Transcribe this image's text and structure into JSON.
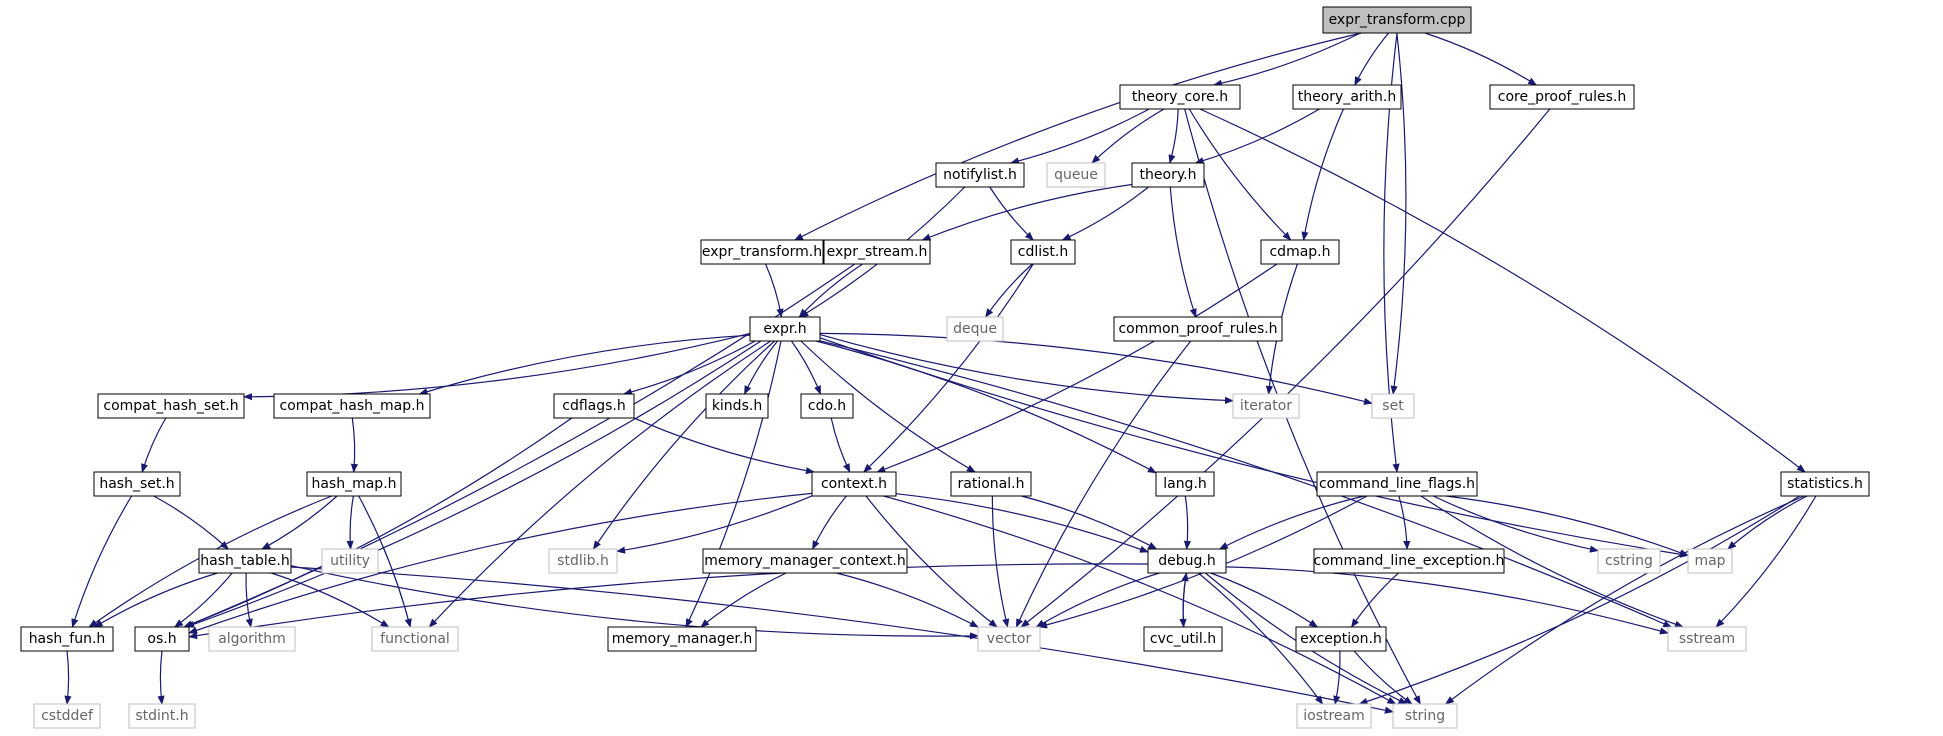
{
  "colors": {
    "edge": "#191970",
    "box_border": "#000000",
    "box_fill": "#ffffff",
    "root_fill": "#bfbfbf",
    "system_border": "#bfbfbf",
    "system_text": "#666666",
    "text": "#000000"
  },
  "nodes": [
    {
      "id": "expr_transform_cpp",
      "label": "expr_transform.cpp",
      "kind": "root"
    },
    {
      "id": "theory_core_h",
      "label": "theory_core.h",
      "kind": "file"
    },
    {
      "id": "theory_arith_h",
      "label": "theory_arith.h",
      "kind": "file"
    },
    {
      "id": "core_proof_rules_h",
      "label": "core_proof_rules.h",
      "kind": "file"
    },
    {
      "id": "notifylist_h",
      "label": "notifylist.h",
      "kind": "file"
    },
    {
      "id": "queue",
      "label": "queue",
      "kind": "system"
    },
    {
      "id": "theory_h",
      "label": "theory.h",
      "kind": "file"
    },
    {
      "id": "expr_transform_h",
      "label": "expr_transform.h",
      "kind": "file"
    },
    {
      "id": "expr_stream_h",
      "label": "expr_stream.h",
      "kind": "file"
    },
    {
      "id": "cdlist_h",
      "label": "cdlist.h",
      "kind": "file"
    },
    {
      "id": "cdmap_h",
      "label": "cdmap.h",
      "kind": "file"
    },
    {
      "id": "deque",
      "label": "deque",
      "kind": "system"
    },
    {
      "id": "expr_h",
      "label": "expr.h",
      "kind": "file"
    },
    {
      "id": "common_proof_rules_h",
      "label": "common_proof_rules.h",
      "kind": "file"
    },
    {
      "id": "compat_hash_set_h",
      "label": "compat_hash_set.h",
      "kind": "file"
    },
    {
      "id": "compat_hash_map_h",
      "label": "compat_hash_map.h",
      "kind": "file"
    },
    {
      "id": "cdflags_h",
      "label": "cdflags.h",
      "kind": "file"
    },
    {
      "id": "kinds_h",
      "label": "kinds.h",
      "kind": "file"
    },
    {
      "id": "cdo_h",
      "label": "cdo.h",
      "kind": "file"
    },
    {
      "id": "iterator",
      "label": "iterator",
      "kind": "system"
    },
    {
      "id": "set",
      "label": "set",
      "kind": "system"
    },
    {
      "id": "hash_set_h",
      "label": "hash_set.h",
      "kind": "file"
    },
    {
      "id": "hash_map_h",
      "label": "hash_map.h",
      "kind": "file"
    },
    {
      "id": "context_h",
      "label": "context.h",
      "kind": "file"
    },
    {
      "id": "rational_h",
      "label": "rational.h",
      "kind": "file"
    },
    {
      "id": "lang_h",
      "label": "lang.h",
      "kind": "file"
    },
    {
      "id": "command_line_flags_h",
      "label": "command_line_flags.h",
      "kind": "file"
    },
    {
      "id": "statistics_h",
      "label": "statistics.h",
      "kind": "file"
    },
    {
      "id": "hash_table_h",
      "label": "hash_table.h",
      "kind": "file"
    },
    {
      "id": "utility",
      "label": "utility",
      "kind": "system"
    },
    {
      "id": "stdlib_h",
      "label": "stdlib.h",
      "kind": "system"
    },
    {
      "id": "memory_manager_context_h",
      "label": "memory_manager_context.h",
      "kind": "file"
    },
    {
      "id": "debug_h",
      "label": "debug.h",
      "kind": "file"
    },
    {
      "id": "command_line_exception_h",
      "label": "command_line_exception.h",
      "kind": "file"
    },
    {
      "id": "cstring",
      "label": "cstring",
      "kind": "system"
    },
    {
      "id": "map",
      "label": "map",
      "kind": "system"
    },
    {
      "id": "hash_fun_h",
      "label": "hash_fun.h",
      "kind": "file"
    },
    {
      "id": "os_h",
      "label": "os.h",
      "kind": "file"
    },
    {
      "id": "algorithm",
      "label": "algorithm",
      "kind": "system"
    },
    {
      "id": "functional",
      "label": "functional",
      "kind": "system"
    },
    {
      "id": "memory_manager_h",
      "label": "memory_manager.h",
      "kind": "file"
    },
    {
      "id": "vector",
      "label": "vector",
      "kind": "system"
    },
    {
      "id": "cvc_util_h",
      "label": "cvc_util.h",
      "kind": "file"
    },
    {
      "id": "exception_h",
      "label": "exception.h",
      "kind": "file"
    },
    {
      "id": "sstream",
      "label": "sstream",
      "kind": "system"
    },
    {
      "id": "cstddef",
      "label": "cstddef",
      "kind": "system"
    },
    {
      "id": "stdint_h",
      "label": "stdint.h",
      "kind": "system"
    },
    {
      "id": "iostream",
      "label": "iostream",
      "kind": "system"
    },
    {
      "id": "string",
      "label": "string",
      "kind": "system"
    }
  ],
  "edges": [
    [
      "expr_transform_cpp",
      "theory_core_h"
    ],
    [
      "expr_transform_cpp",
      "theory_arith_h"
    ],
    [
      "expr_transform_cpp",
      "core_proof_rules_h"
    ],
    [
      "expr_transform_cpp",
      "expr_transform_h"
    ],
    [
      "expr_transform_cpp",
      "set"
    ],
    [
      "expr_transform_cpp",
      "command_line_flags_h"
    ],
    [
      "theory_core_h",
      "notifylist_h"
    ],
    [
      "theory_core_h",
      "queue"
    ],
    [
      "theory_core_h",
      "theory_h"
    ],
    [
      "theory_core_h",
      "cdmap_h"
    ],
    [
      "theory_core_h",
      "statistics_h"
    ],
    [
      "theory_core_h",
      "string"
    ],
    [
      "theory_arith_h",
      "theory_h"
    ],
    [
      "theory_arith_h",
      "cdmap_h"
    ],
    [
      "core_proof_rules_h",
      "vector"
    ],
    [
      "notifylist_h",
      "cdlist_h"
    ],
    [
      "notifylist_h",
      "expr_h"
    ],
    [
      "theory_h",
      "expr_stream_h"
    ],
    [
      "theory_h",
      "cdlist_h"
    ],
    [
      "theory_h",
      "common_proof_rules_h"
    ],
    [
      "expr_transform_h",
      "expr_h"
    ],
    [
      "expr_stream_h",
      "expr_h"
    ],
    [
      "expr_stream_h",
      "os_h"
    ],
    [
      "cdlist_h",
      "deque"
    ],
    [
      "cdlist_h",
      "context_h"
    ],
    [
      "cdmap_h",
      "iterator"
    ],
    [
      "cdmap_h",
      "context_h"
    ],
    [
      "common_proof_rules_h",
      "vector"
    ],
    [
      "expr_h",
      "compat_hash_set_h"
    ],
    [
      "expr_h",
      "compat_hash_map_h"
    ],
    [
      "expr_h",
      "cdflags_h"
    ],
    [
      "expr_h",
      "kinds_h"
    ],
    [
      "expr_h",
      "cdo_h"
    ],
    [
      "expr_h",
      "iterator"
    ],
    [
      "expr_h",
      "set"
    ],
    [
      "expr_h",
      "rational_h"
    ],
    [
      "expr_h",
      "lang_h"
    ],
    [
      "expr_h",
      "map"
    ],
    [
      "expr_h",
      "sstream"
    ],
    [
      "expr_h",
      "stdlib_h"
    ],
    [
      "expr_h",
      "os_h"
    ],
    [
      "expr_h",
      "functional"
    ],
    [
      "expr_h",
      "memory_manager_h"
    ],
    [
      "compat_hash_set_h",
      "hash_set_h"
    ],
    [
      "compat_hash_map_h",
      "hash_map_h"
    ],
    [
      "cdflags_h",
      "context_h"
    ],
    [
      "cdflags_h",
      "os_h"
    ],
    [
      "cdo_h",
      "context_h"
    ],
    [
      "hash_set_h",
      "hash_table_h"
    ],
    [
      "hash_set_h",
      "hash_fun_h"
    ],
    [
      "hash_map_h",
      "hash_table_h"
    ],
    [
      "hash_map_h",
      "utility"
    ],
    [
      "hash_map_h",
      "functional"
    ],
    [
      "hash_map_h",
      "hash_fun_h"
    ],
    [
      "context_h",
      "stdlib_h"
    ],
    [
      "context_h",
      "memory_manager_context_h"
    ],
    [
      "context_h",
      "debug_h"
    ],
    [
      "context_h",
      "vector"
    ],
    [
      "context_h",
      "string"
    ],
    [
      "context_h",
      "os_h"
    ],
    [
      "rational_h",
      "debug_h"
    ],
    [
      "rational_h",
      "vector"
    ],
    [
      "lang_h",
      "debug_h"
    ],
    [
      "command_line_flags_h",
      "debug_h"
    ],
    [
      "command_line_flags_h",
      "command_line_exception_h"
    ],
    [
      "command_line_flags_h",
      "cstring"
    ],
    [
      "command_line_flags_h",
      "map"
    ],
    [
      "command_line_flags_h",
      "sstream"
    ],
    [
      "command_line_flags_h",
      "vector"
    ],
    [
      "statistics_h",
      "map"
    ],
    [
      "statistics_h",
      "sstream"
    ],
    [
      "statistics_h",
      "string"
    ],
    [
      "statistics_h",
      "iostream"
    ],
    [
      "hash_table_h",
      "hash_fun_h"
    ],
    [
      "hash_table_h",
      "os_h"
    ],
    [
      "hash_table_h",
      "algorithm"
    ],
    [
      "hash_table_h",
      "functional"
    ],
    [
      "hash_table_h",
      "vector"
    ],
    [
      "hash_table_h",
      "string"
    ],
    [
      "memory_manager_context_h",
      "memory_manager_h"
    ],
    [
      "memory_manager_context_h",
      "vector"
    ],
    [
      "debug_h",
      "cvc_util_h"
    ],
    [
      "debug_h",
      "exception_h"
    ],
    [
      "debug_h",
      "vector"
    ],
    [
      "debug_h",
      "sstream"
    ],
    [
      "debug_h",
      "os_h"
    ],
    [
      "debug_h",
      "iostream"
    ],
    [
      "debug_h",
      "string"
    ],
    [
      "cvc_util_h",
      "debug_h"
    ],
    [
      "command_line_exception_h",
      "exception_h"
    ],
    [
      "exception_h",
      "iostream"
    ],
    [
      "exception_h",
      "string"
    ],
    [
      "hash_fun_h",
      "cstddef"
    ],
    [
      "os_h",
      "stdint_h"
    ]
  ]
}
